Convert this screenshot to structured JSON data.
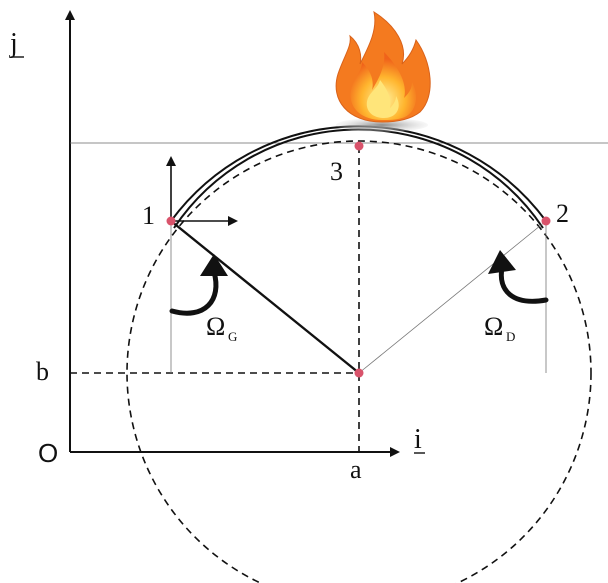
{
  "labels": {
    "axis_j": "j",
    "axis_i": "i",
    "origin": "O",
    "a": "a",
    "b": "b",
    "point1": "1",
    "point2": "2",
    "point3": "3",
    "omega_g_main": "Ω",
    "omega_g_sub": "G",
    "omega_d_main": "Ω",
    "omega_d_sub": "D"
  },
  "colors": {
    "line": "#111111",
    "point": "#d9536b",
    "flame_outer": "#f47a1f",
    "flame_mid": "#ffb52e",
    "flame_core": "#ffe57a",
    "ember": "#b0b0b0"
  }
}
